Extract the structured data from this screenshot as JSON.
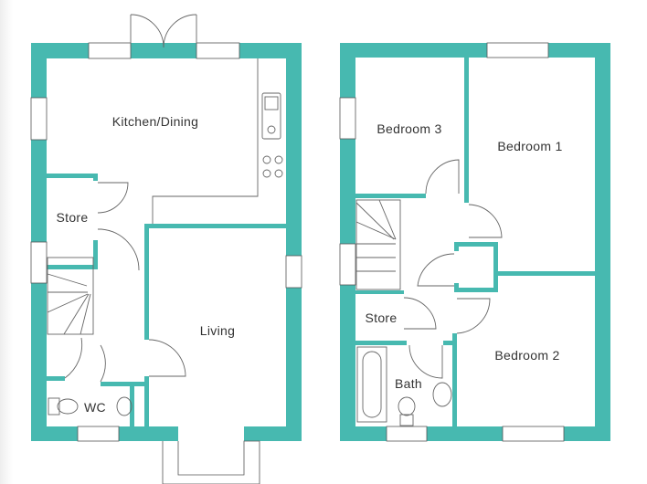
{
  "colors": {
    "wall": "#47b9b0"
  },
  "ground_floor": {
    "rooms": [
      "Kitchen/Dining",
      "Store",
      "Living",
      "WC"
    ]
  },
  "first_floor": {
    "rooms": [
      "Bedroom 3",
      "Bedroom 1",
      "Store",
      "Bedroom 2",
      "Bath"
    ]
  }
}
